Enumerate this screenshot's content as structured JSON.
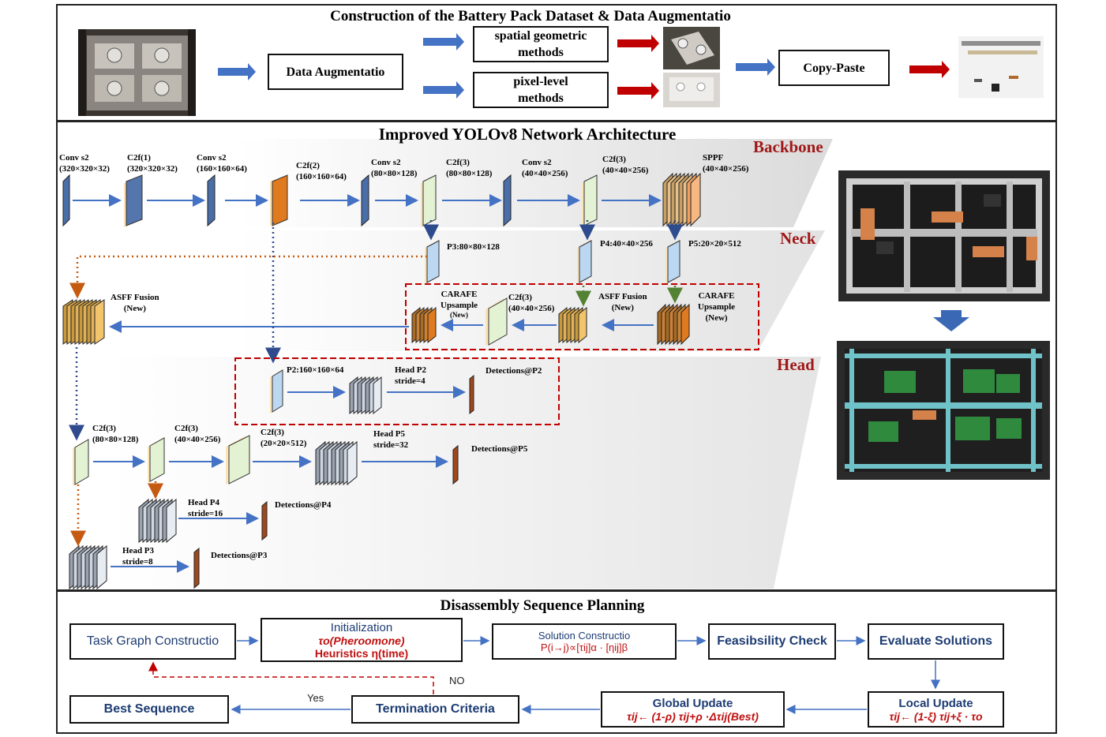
{
  "augmentation": {
    "title": "Construction of the Battery Pack Dataset & Data Augmentatio",
    "data_aug_label": "Data Augmentatio",
    "spatial_label_1": "spatial geometric",
    "spatial_label_2": "methods",
    "pixel_label_1": "pixel-level",
    "pixel_label_2": "methods",
    "copy_paste_label": "Copy-Paste"
  },
  "network": {
    "title": "Improved YOLOv8 Network Architecture",
    "sections": {
      "backbone": "Backbone",
      "neck": "Neck",
      "head": "Head"
    },
    "backbone_layers": [
      {
        "name": "Conv s2",
        "dims": "(320×320×32)"
      },
      {
        "name": "C2f(1)",
        "dims": "(320×320×32)"
      },
      {
        "name": "Conv s2",
        "dims": "(160×160×64)"
      },
      {
        "name": "C2f(2)",
        "dims": "(160×160×64)"
      },
      {
        "name": "Conv s2",
        "dims": "(80×80×128)"
      },
      {
        "name": "C2f(3)",
        "dims": "(80×80×128)"
      },
      {
        "name": "Conv s2",
        "dims": "(40×40×256)"
      },
      {
        "name": "C2f(3)",
        "dims": "(40×40×256)"
      },
      {
        "name": "SPPF",
        "dims": "(40×40×256)"
      }
    ],
    "neck": {
      "p3": "P3:80×80×128",
      "p4": "P4:40×40×256",
      "p5": "P5:20×20×512",
      "asff_left_1": "ASFF Fusion",
      "asff_left_2": "(New)",
      "carafe_left_1": "CARAFE",
      "carafe_left_2": "Upsample",
      "carafe_left_3": "(New)",
      "c2f_mid_1": "C2f(3)",
      "c2f_mid_2": "(40×40×256)",
      "asff_mid_1": "ASFF Fusion",
      "asff_mid_2": "(New)",
      "carafe_right_1": "CARAFE",
      "carafe_right_2": "Upsample",
      "carafe_right_3": "(New)"
    },
    "head": {
      "p2": "P2:160×160×64",
      "head_p2_1": "Head P2",
      "head_p2_2": "stride=4",
      "det_p2": "Detections@P2",
      "c2f_a_1": "C2f(3)",
      "c2f_a_2": "(80×80×128)",
      "c2f_b_1": "C2f(3)",
      "c2f_b_2": "(40×40×256)",
      "c2f_c_1": "C2f(3)",
      "c2f_c_2": "(20×20×512)",
      "head_p5_1": "Head P5",
      "head_p5_2": "stride=32",
      "det_p5": "Detections@P5",
      "head_p4_1": "Head P4",
      "head_p4_2": "stride=16",
      "det_p4": "Detections@P4",
      "head_p3_1": "Head P3",
      "head_p3_2": "stride=8",
      "det_p3": "Detections@P3"
    }
  },
  "planning": {
    "title": "Disassembly Sequence Planning",
    "task_graph": "Task Graph Constructio",
    "init_title": "Initialization",
    "init_line1": "τo(Pheroomone)",
    "init_line2": "Heuristics η(time)",
    "solution_title": "Solution Constructio",
    "solution_formula": "P(i→j)∝[τij]α · [ηij]β",
    "feasibility": "Feasibsility Check",
    "evaluate": "Evaluate Solutions",
    "local_title": "Local Update",
    "local_formula": "τij←  (1-ξ)  τij+ξ  · τo",
    "global_title": "Global Update",
    "global_formula": "τij←  (1-ρ)  τij+ρ ·Δτij(Best)",
    "termination": "Termination Criteria",
    "best": "Best Sequence",
    "yes": "Yes",
    "no": "NO"
  },
  "colors": {
    "blue_arrow": "#4472c4",
    "red_arrow": "#c00000",
    "section_red": "#a01818",
    "text_blue": "#1d3c73"
  }
}
